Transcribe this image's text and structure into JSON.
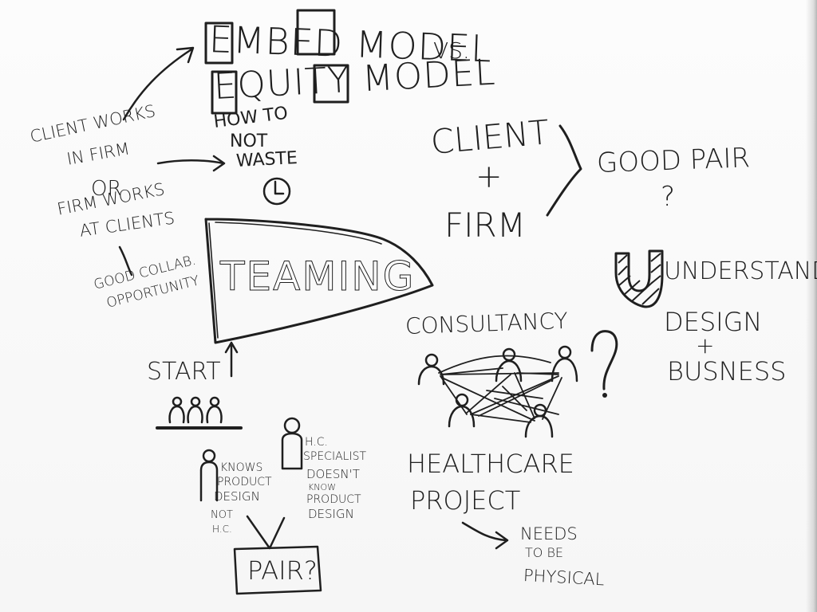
{
  "ink_color": "#1f1f1f",
  "board_color": "#f8f8f8",
  "title": {
    "embed_model": "Embed Model",
    "vs": "VS.",
    "equity_model": "Equity Model"
  },
  "how_to_not_waste": {
    "line1": "How to",
    "line2": "not",
    "line3": "waste",
    "icon": "clock-icon"
  },
  "client_works": {
    "line1": "Client works",
    "line2": "in firm",
    "or": "OR",
    "line3": "Firm works",
    "line4": "at clients"
  },
  "good_collab": {
    "line1": "Good collab.",
    "line2": "opportunity"
  },
  "teaming": {
    "label": "Teaming",
    "start": "Start"
  },
  "client_firm": {
    "client": "Client",
    "plus": "+",
    "firm": "Firm",
    "good_pair": "Good pair",
    "question": "?"
  },
  "understand": {
    "line1": "Understand",
    "line2": "Design",
    "plus": "+",
    "line3": "Busness"
  },
  "consultancy": {
    "label": "Consultancy",
    "question": "?"
  },
  "people_left": {
    "line1": "Knows",
    "line2": "product",
    "line3": "design",
    "line4": "not",
    "line5": "H.C."
  },
  "people_right": {
    "line1": "H.C.",
    "line2": "specialist",
    "line3": "doesn't",
    "line4": "know",
    "line5": "product",
    "line6": "design"
  },
  "pair": {
    "label": "Pair?"
  },
  "healthcare": {
    "line1": "Healthcare",
    "line2": "project",
    "needs1": "Needs",
    "needs2": "to be",
    "needs3": "physical"
  }
}
